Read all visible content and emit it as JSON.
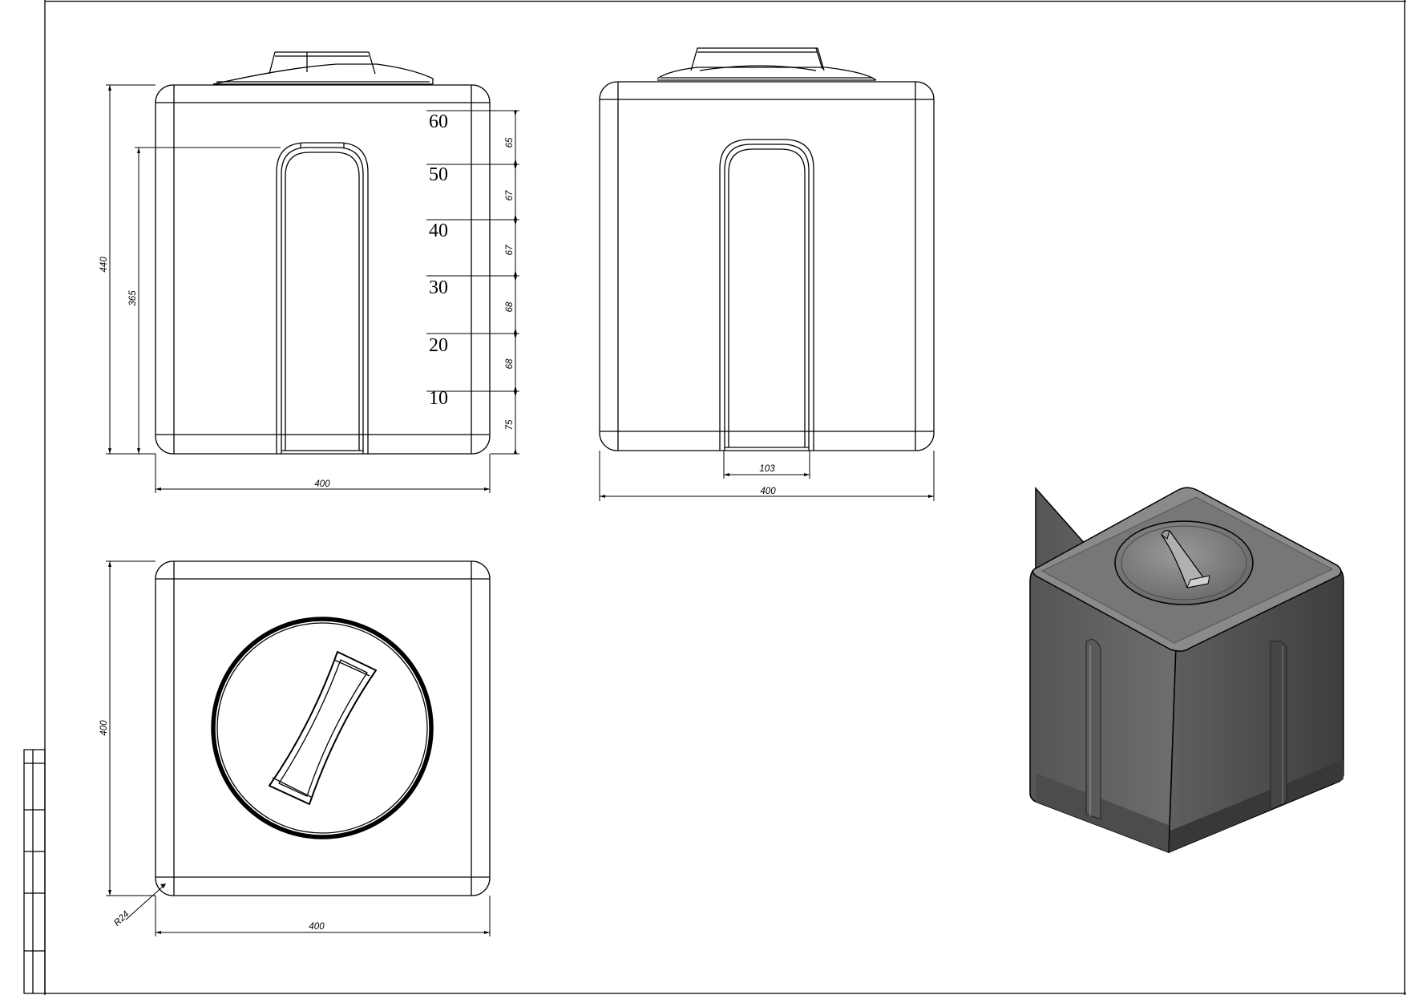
{
  "front_view": {
    "dims": {
      "height_total": "440",
      "height_opening": "365",
      "width": "400"
    },
    "scale_marks": [
      "60",
      "50",
      "40",
      "30",
      "20",
      "10"
    ],
    "right_chain": [
      "65",
      "67",
      "67",
      "68",
      "68",
      "75"
    ]
  },
  "side_view": {
    "dims": {
      "slot_width": "103",
      "width": "400"
    }
  },
  "top_view": {
    "dims": {
      "depth": "400",
      "width": "400",
      "radius": "R24"
    }
  },
  "colors": {
    "line": "#000000",
    "background": "#ffffff",
    "iso_dark": "#4a4a4a",
    "iso_mid": "#6b6b6b",
    "iso_light": "#8e8e8e"
  }
}
